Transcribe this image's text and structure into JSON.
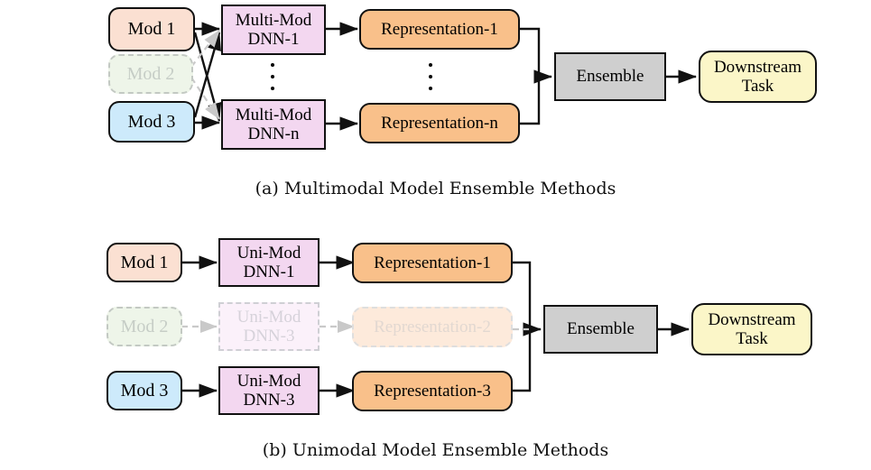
{
  "figure": {
    "panels": [
      {
        "id": "a",
        "caption": "(a) Multimodal Model Ensemble Methods",
        "modalities": [
          {
            "label": "Mod 1",
            "state": "active",
            "color": "#fbe0d2"
          },
          {
            "label": "Mod 2",
            "state": "faded",
            "color": "#eef5e9"
          },
          {
            "label": "Mod 3",
            "state": "active",
            "color": "#cdeafb"
          }
        ],
        "models": [
          {
            "label": "Multi-Mod\nDNN-1",
            "state": "active",
            "color": "#f3d7f0"
          },
          {
            "label": "Multi-Mod\nDNN-n",
            "state": "active",
            "color": "#f3d7f0"
          }
        ],
        "representations": [
          {
            "label": "Representation-1",
            "state": "active",
            "color": "#f9c08a"
          },
          {
            "label": "Representation-n",
            "state": "active",
            "color": "#f9c08a"
          }
        ],
        "ensemble": {
          "label": "Ensemble",
          "color": "#cfcfcf"
        },
        "task": {
          "label": "Downstream\nTask",
          "color": "#fbf6c8"
        },
        "ellipsis": "vertical-dots"
      },
      {
        "id": "b",
        "caption": "(b) Unimodal Model Ensemble Methods",
        "modalities": [
          {
            "label": "Mod 1",
            "state": "active",
            "color": "#fbe0d2"
          },
          {
            "label": "Mod 2",
            "state": "faded",
            "color": "#eef5e9"
          },
          {
            "label": "Mod 3",
            "state": "active",
            "color": "#cdeafb"
          }
        ],
        "models": [
          {
            "label": "Uni-Mod\nDNN-1",
            "state": "active",
            "color": "#f3d7f0"
          },
          {
            "label": "Uni-Mod\nDNN-3",
            "state": "faded",
            "color": "#fbf1fa"
          },
          {
            "label": "Uni-Mod\nDNN-3",
            "state": "active",
            "color": "#f3d7f0"
          }
        ],
        "representations": [
          {
            "label": "Representation-1",
            "state": "active",
            "color": "#f9c08a"
          },
          {
            "label": "Representation-2",
            "state": "faded",
            "color": "#fdeadb"
          },
          {
            "label": "Representation-3",
            "state": "active",
            "color": "#f9c08a"
          }
        ],
        "ensemble": {
          "label": "Ensemble",
          "color": "#cfcfcf"
        },
        "task": {
          "label": "Downstream\nTask",
          "color": "#fbf6c8"
        }
      }
    ],
    "colors": {
      "stroke": "#111111",
      "faded_stroke": "#c9c9c9",
      "background": "#ffffff"
    }
  }
}
